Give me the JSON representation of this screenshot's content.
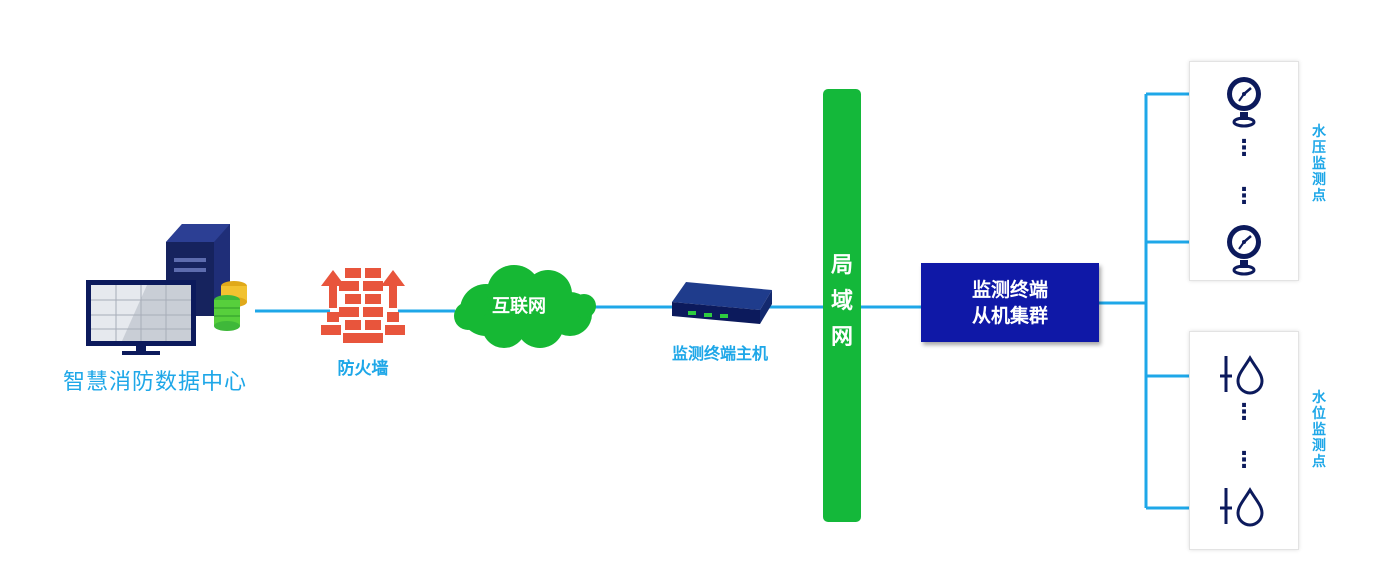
{
  "data_center": {
    "label": "智慧消防数据中心"
  },
  "firewall": {
    "label": "防火墙"
  },
  "internet": {
    "label": "互联网"
  },
  "host": {
    "label": "监测终端主机"
  },
  "lan": {
    "label": "局域网",
    "chars": [
      "局",
      "域",
      "网"
    ]
  },
  "cluster": {
    "line1": "监测终端",
    "line2": "从机集群"
  },
  "water_pressure": {
    "label": "水压监测点",
    "ellipsis": [
      "⋮",
      "⋮"
    ]
  },
  "water_level": {
    "label": "水位监测点",
    "ellipsis": [
      "⋮",
      "⋮"
    ]
  },
  "colors": {
    "line": "#1ea7e8",
    "lan_green": "#14b83a",
    "cluster_blue": "#0f18a7",
    "cloud_green": "#16b834",
    "firewall_red": "#e8553c",
    "label_blue": "#1ea7e8",
    "icon_navy": "#0c1a5c"
  }
}
